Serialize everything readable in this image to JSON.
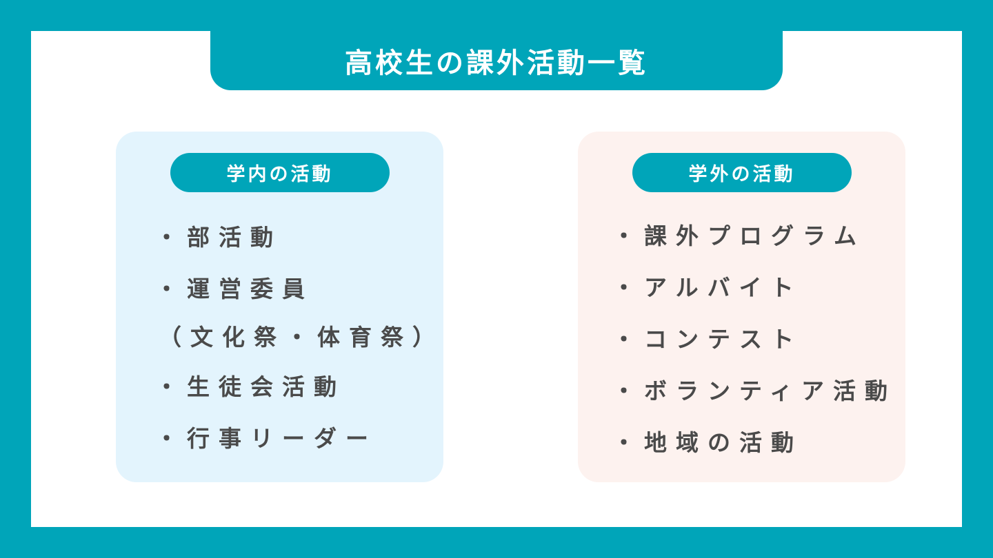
{
  "title": "高校生の課外活動一覧",
  "left": {
    "heading": "学内の活動",
    "items": [
      "・部活動",
      "・運営委員",
      "（文化祭・体育祭）",
      "・生徒会活動",
      "・行事リーダー"
    ]
  },
  "right": {
    "heading": "学外の活動",
    "items": [
      "・課外プログラム",
      "・アルバイト",
      "・コンテスト",
      "・ボランティア活動",
      "・地域の活動"
    ]
  },
  "colors": {
    "accent": "#00a5b9",
    "left_bg": "#e3f4fd",
    "right_bg": "#fdf2ef",
    "text": "#4a4a4a"
  }
}
